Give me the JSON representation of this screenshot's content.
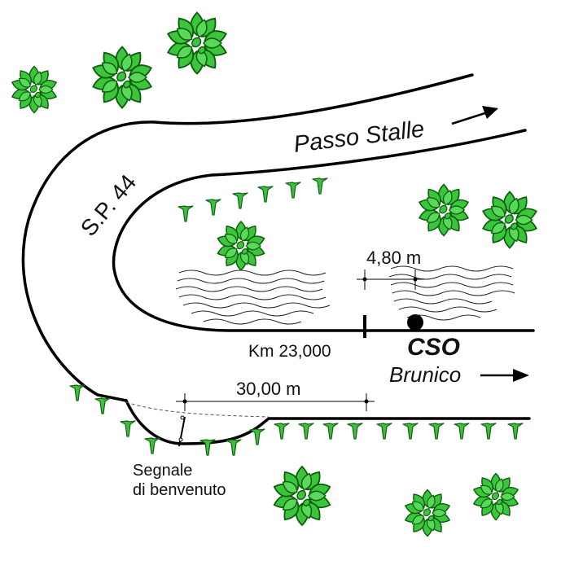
{
  "labels": {
    "passo_stalle": "Passo Stalle",
    "sp44": "S.P. 44",
    "width_measure": "4,80 m",
    "km_marker": "Km 23,000",
    "cso": "CSO",
    "brunico": "Brunico",
    "distance_measure": "30,00 m",
    "sign_line1": "Segnale",
    "sign_line2": "di benvenuto"
  },
  "icons": {
    "tree": "bush-icon",
    "grass": "grass-tuft-icon",
    "arrow": "direction-arrow-icon",
    "station": "station-dot-icon"
  },
  "colors": {
    "road_line": "#000000",
    "tree_fill": "#3cc43c",
    "tree_stroke": "#0b5e0b",
    "grass_fill": "#44bb44",
    "grass_stroke": "#0a6a0a",
    "water_line": "#222222"
  }
}
